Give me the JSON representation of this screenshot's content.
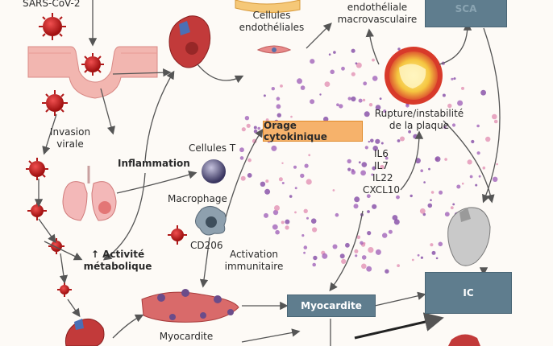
{
  "labels": {
    "sars": "SARS-CoV-2",
    "invasion_line1": "Invasion",
    "invasion_line2": "virale",
    "inflammation": "Inflammation",
    "cellules_t": "Cellules T",
    "macrophage": "Macrophage",
    "cd206": "CD206",
    "activite_line1": "↑ Activité",
    "activite_line2": "métabolique",
    "activation_line1": "Activation",
    "activation_line2": "immunitaire",
    "myocardite_tissue": "Myocardite",
    "cellules_endo_line1": "Cellules",
    "cellules_endo_line2": "endothéliales",
    "endo_macro_line1": "endothéliale",
    "endo_macro_line2": "macrovasculaire",
    "rupture_line1": "Rupture/instabilité",
    "rupture_line2": "de la plaque",
    "il6": "IL6",
    "il7": "IL7",
    "il22": "IL22",
    "cxcl10": "CXCL10"
  },
  "boxes": {
    "orage": "Orage cytokinique",
    "myocardite": "Myocardite",
    "ic": "IC",
    "top_right": "SCA"
  },
  "colors": {
    "box_fill": "#5f7d8e",
    "orange_fill": "#f6b26b",
    "virus": "#c81e1e",
    "cytokine_purple": "#9b59b6",
    "cytokine_pink": "#e08bb0",
    "arrow": "#555555"
  }
}
